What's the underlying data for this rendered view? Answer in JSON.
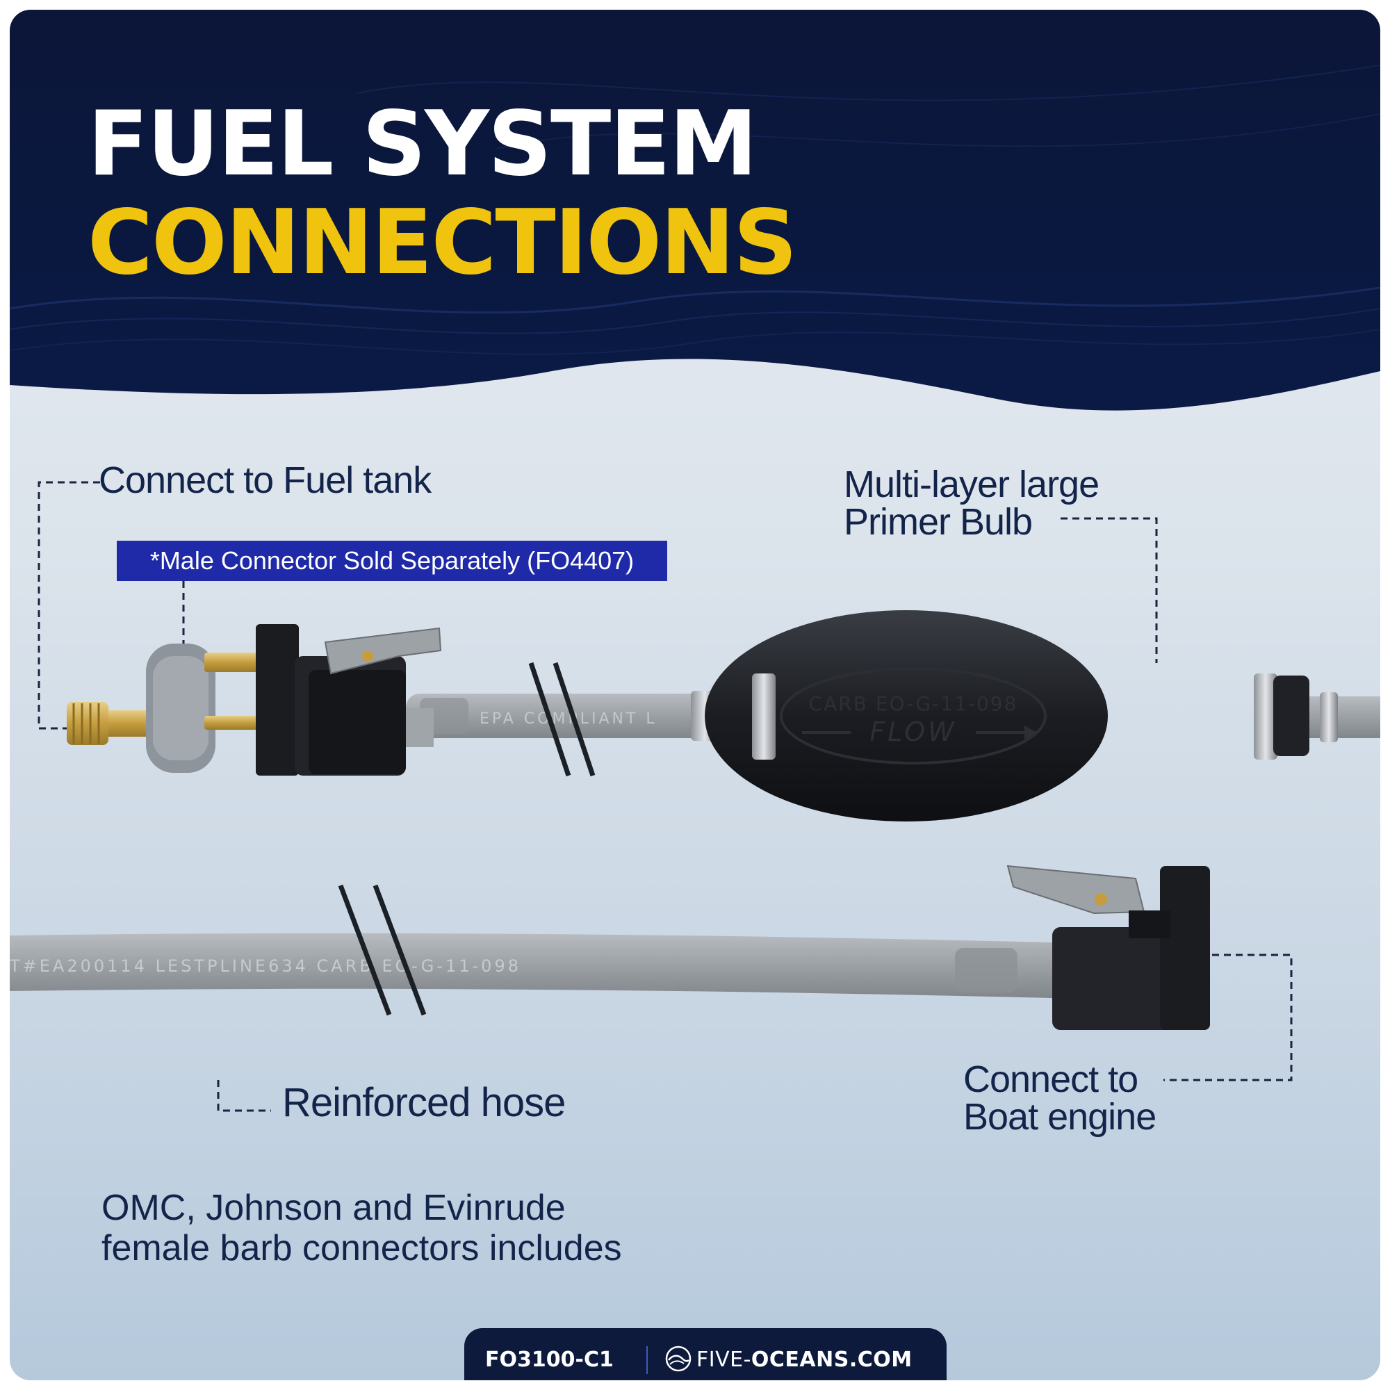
{
  "header": {
    "title_line1": "FUEL SYSTEM",
    "title_line2": "CONNECTIONS"
  },
  "callouts": {
    "fuel_tank": "Connect to Fuel tank",
    "male_connector_note": "*Male Connector Sold Separately (FO4407)",
    "primer_bulb_line1": "Multi-layer large",
    "primer_bulb_line2": "Primer Bulb",
    "reinforced_hose": "Reinforced hose",
    "boat_engine_line1": "Connect to",
    "boat_engine_line2": "Boat engine",
    "compat_line1": "OMC, Johnson and Evinrude",
    "compat_line2": "female barb connectors includes"
  },
  "hose_printing": {
    "upper_hose": "EPA COMPLIANT L",
    "lower_hose": "T#EA200114   LESTPLINE634   CARB   EO-G-11-098",
    "bulb_line1": "CARB EO-G-11-098",
    "bulb_line2": "FLOW"
  },
  "footer": {
    "sku": "FO3100-C1",
    "site_prefix": "FIVE-",
    "site_suffix": "OCEANS.COM"
  },
  "colors": {
    "navy": "#0d1a3c",
    "accent_yellow": "#f0c30f",
    "label_text": "#13244a",
    "note_bg": "#1f2aa8"
  },
  "icons": [
    "wave-logo-icon",
    "hose-break-icon"
  ]
}
